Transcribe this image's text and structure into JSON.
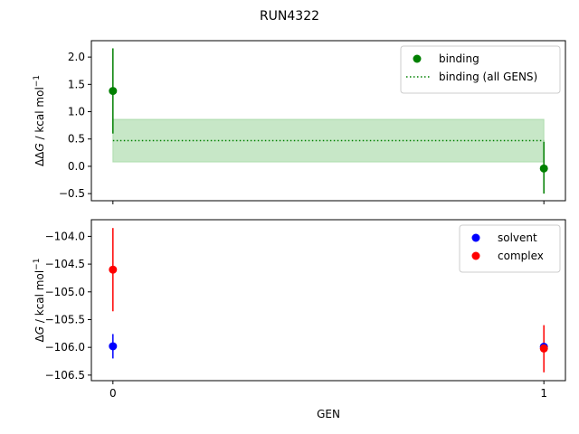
{
  "figure_title": "RUN4322",
  "chart_data": [
    {
      "type": "scatter",
      "panel": "top",
      "title": "",
      "xlabel": "",
      "ylabel_html": "ΔΔG / kcal mol⁻¹",
      "ylabel_main": "ΔΔ",
      "ylabel_g": "G",
      "ylabel_unit": " / kcal mol",
      "ylabel_sup": "−1",
      "xlim": [
        -0.05,
        1.05
      ],
      "ylim": [
        -0.63,
        2.3
      ],
      "yticks": [
        -0.5,
        0.0,
        0.5,
        1.0,
        1.5,
        2.0
      ],
      "ytick_labels": [
        "−0.5",
        "0.0",
        "0.5",
        "1.0",
        "1.5",
        "2.0"
      ],
      "xticks": [
        0,
        1
      ],
      "xtick_labels": [],
      "series": [
        {
          "name": "binding",
          "color": "#008000",
          "points": [
            {
              "x": 0,
              "y": 1.38,
              "err_low": 0.6,
              "err_high": 2.16
            },
            {
              "x": 1,
              "y": -0.04,
              "err_low": -0.5,
              "err_high": 0.45
            }
          ]
        }
      ],
      "summary_line": {
        "name": "binding (all GENS)",
        "color": "#008000",
        "y": 0.47,
        "band": [
          0.08,
          0.86
        ],
        "band_color": "#90d090"
      },
      "legend": {
        "placement": "upper-right",
        "entries": [
          "binding",
          "binding (all GENS)"
        ]
      }
    },
    {
      "type": "scatter",
      "panel": "bottom",
      "title": "",
      "xlabel": "GEN",
      "ylabel_main": "Δ",
      "ylabel_g": "G",
      "ylabel_unit": " / kcal mol",
      "ylabel_sup": "−1",
      "xlim": [
        -0.05,
        1.05
      ],
      "ylim": [
        -106.6,
        -103.7
      ],
      "yticks": [
        -106.5,
        -106.0,
        -105.5,
        -105.0,
        -104.5,
        -104.0
      ],
      "ytick_labels": [
        "−106.5",
        "−106.0",
        "−105.5",
        "−105.0",
        "−104.5",
        "−104.0"
      ],
      "xticks": [
        0,
        1
      ],
      "xtick_labels": [
        "0",
        "1"
      ],
      "series": [
        {
          "name": "solvent",
          "color": "#0000ff",
          "points": [
            {
              "x": 0,
              "y": -105.98,
              "err_low": -106.2,
              "err_high": -105.76
            },
            {
              "x": 1,
              "y": -105.99,
              "err_low": -106.02,
              "err_high": -105.96
            }
          ]
        },
        {
          "name": "complex",
          "color": "#ff0000",
          "points": [
            {
              "x": 0,
              "y": -104.6,
              "err_low": -105.35,
              "err_high": -103.85
            },
            {
              "x": 1,
              "y": -106.02,
              "err_low": -106.45,
              "err_high": -105.6
            }
          ]
        }
      ],
      "legend": {
        "placement": "upper-right",
        "entries": [
          "solvent",
          "complex"
        ]
      }
    }
  ]
}
